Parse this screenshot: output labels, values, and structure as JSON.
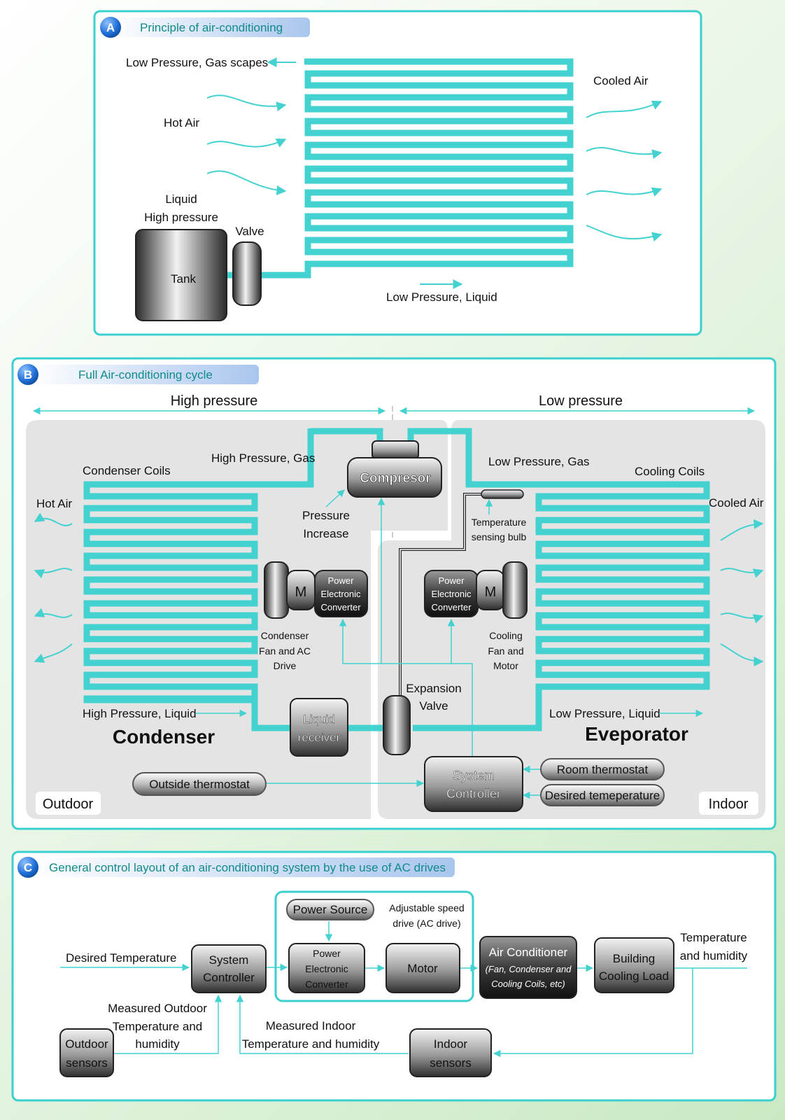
{
  "colors": {
    "pipe": "#44d2d0",
    "panel_border": "#3ccfcf",
    "badge": "#1f6fd6",
    "title_text": "#118a8a"
  },
  "section_a": {
    "badge": "A",
    "title": "Principle of air-conditioning",
    "low_pressure_gas": "Low Pressure, Gas scapes",
    "hot_air": "Hot Air",
    "cooled_air": "Cooled Air",
    "liquid": "Liquid",
    "high_pressure": "High pressure",
    "valve": "Valve",
    "tank": "Tank",
    "low_pressure_liquid": "Low Pressure, Liquid"
  },
  "section_b": {
    "badge": "B",
    "title": "Full Air-conditioning cycle",
    "high_pressure": "High pressure",
    "low_pressure": "Low pressure",
    "high_pressure_gas": "High Pressure, Gas",
    "low_pressure_gas": "Low Pressure, Gas",
    "condenser_coils": "Condenser Coils",
    "cooling_coils": "Cooling Coils",
    "hot_air": "Hot Air",
    "cooled_air": "Cooled Air",
    "compressor": "Compresor",
    "pressure_increase_1": "Pressure",
    "pressure_increase_2": "Increase",
    "temp_bulb_1": "Temperature",
    "temp_bulb_2": "sensing bulb",
    "motor": "M",
    "pec_1": "Power",
    "pec_2": "Electronic",
    "pec_3": "Converter",
    "condenser_fan_1": "Condenser",
    "condenser_fan_2": "Fan and AC",
    "condenser_fan_3": "Drive",
    "cooling_fan_1": "Cooling",
    "cooling_fan_2": "Fan and",
    "cooling_fan_3": "Motor",
    "expansion_1": "Expansion",
    "expansion_2": "Valve",
    "hp_liquid": "High Pressure, Liquid",
    "lp_liquid": "Low Pressure, Liquid",
    "condenser": "Condenser",
    "evaporator": "Eveporator",
    "liquid_receiver_1": "Liquid",
    "liquid_receiver_2": "receiver",
    "outside_thermostat": "Outside thermostat",
    "system_controller_1": "System",
    "system_controller_2": "Controller",
    "room_thermostat": "Room thermostat",
    "desired_temperature": "Desired temeperature",
    "outdoor": "Outdoor",
    "indoor": "Indoor"
  },
  "section_c": {
    "badge": "C",
    "title": "General control layout of an air-conditioning system by the use of AC drives",
    "desired_temperature": "Desired Temperature",
    "system_controller_1": "System",
    "system_controller_2": "Controller",
    "power_source": "Power Source",
    "asd_1": "Adjustable speed",
    "asd_2": "drive (AC drive)",
    "pec_1": "Power",
    "pec_2": "Electronic",
    "pec_3": "Converter",
    "motor": "Motor",
    "ac_1": "Air Conditioner",
    "ac_2": "(Fan, Condenser and",
    "ac_3": "Cooling Coils, etc)",
    "bcl_1": "Building",
    "bcl_2": "Cooling Load",
    "th_1": "Temperature",
    "th_2": "and humidity",
    "mo_1": "Measured Outdoor",
    "mo_2": "Temperature and",
    "mo_3": "humidity",
    "outdoor_sensors_1": "Outdoor",
    "outdoor_sensors_2": "sensors",
    "mi_1": "Measured Indoor",
    "mi_2": "Temperature and humidity",
    "indoor_sensors_1": "Indoor",
    "indoor_sensors_2": "sensors"
  }
}
